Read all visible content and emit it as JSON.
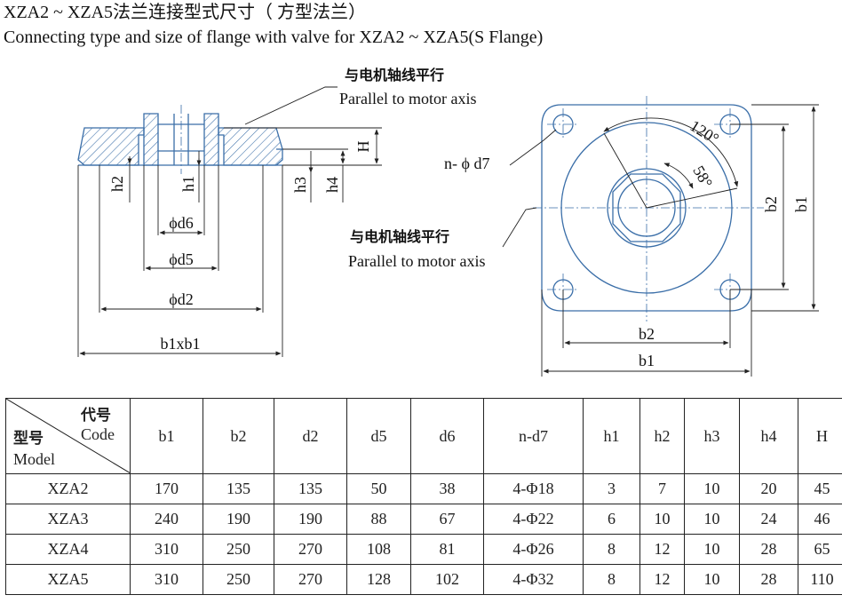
{
  "title_cn": "XZA2 ~ XZA5法兰连接型式尺寸（ 方型法兰）",
  "title_en": "Connecting type and size of flange with valve for XZA2 ~ XZA5(S Flange)",
  "labels": {
    "parallel_cn": "与电机轴线平行",
    "parallel_en": "Parallel to motor axis",
    "H": "H",
    "h1": "h1",
    "h2": "h2",
    "h3": "h3",
    "h4": "h4",
    "d6": "ϕd6",
    "d5": "ϕd5",
    "d2": "ϕd2",
    "b1xb1": "b1xb1",
    "n_d7": "n- ϕ d7",
    "angle_120": "120°",
    "angle_58": "58°",
    "b1": "b1",
    "b2": "b2"
  },
  "table": {
    "corner": {
      "code_cn": "代号",
      "code_en": "Code",
      "model_cn": "型号",
      "model_en": "Model"
    },
    "headers": [
      "b1",
      "b2",
      "d2",
      "d5",
      "d6",
      "n-d7",
      "h1",
      "h2",
      "h3",
      "h4",
      "H"
    ],
    "rows": [
      [
        "XZA2",
        "170",
        "135",
        "135",
        "50",
        "38",
        "4-Φ18",
        "3",
        "7",
        "10",
        "20",
        "45"
      ],
      [
        "XZA3",
        "240",
        "190",
        "190",
        "88",
        "67",
        "4-Φ22",
        "6",
        "10",
        "10",
        "24",
        "46"
      ],
      [
        "XZA4",
        "310",
        "250",
        "270",
        "108",
        "81",
        "4-Φ26",
        "8",
        "12",
        "10",
        "28",
        "65"
      ],
      [
        "XZA5",
        "310",
        "250",
        "270",
        "128",
        "102",
        "4-Φ32",
        "8",
        "12",
        "10",
        "28",
        "110"
      ]
    ]
  },
  "colors": {
    "outline": "#3a6ea8",
    "dimension": "#222222",
    "text": "#111111"
  }
}
